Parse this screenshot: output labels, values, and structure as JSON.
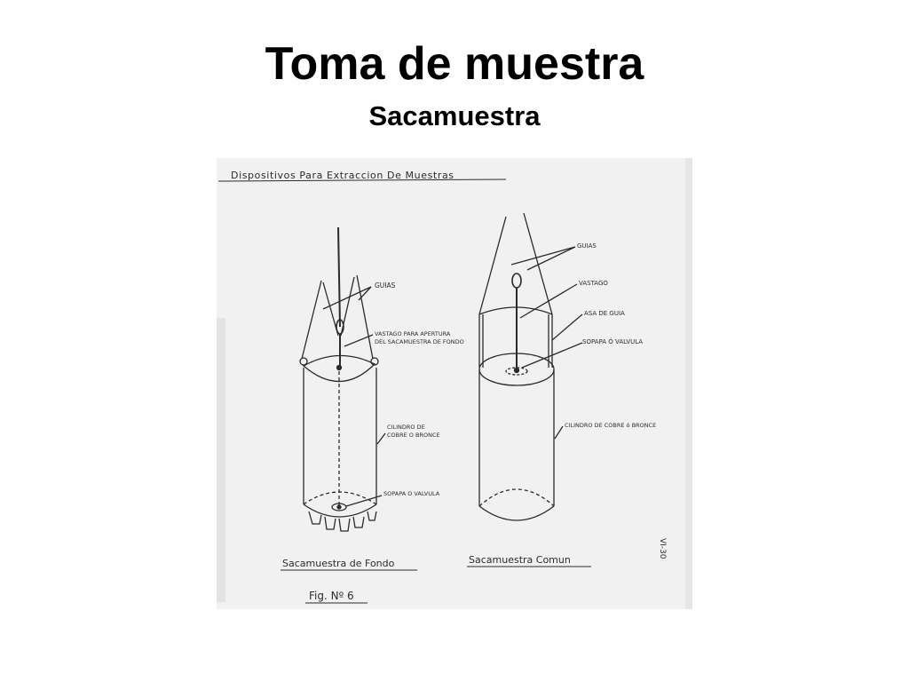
{
  "slide": {
    "title": "Toma de muestra",
    "subtitle": "Sacamuestra"
  },
  "drawing": {
    "heading": "Dispositivos Para Extraccion De Muestras",
    "left_device": {
      "labels": {
        "guias": "GUIAS",
        "vastago_1": "VASTAGO PARA APERTURA",
        "vastago_2": "DEL SACAMUESTRA DE FONDO",
        "cilindro_1": "CILINDRO DE",
        "cilindro_2": "COBRE O BRONCE",
        "sopapa": "SOPAPA O VALVULA"
      },
      "caption": "Sacamuestra de Fondo"
    },
    "right_device": {
      "labels": {
        "guias": "GUIAS",
        "vastago": "VASTAGO",
        "asa": "ASA DE GUIA",
        "sopapa": "SOPAPA Ó VALVULA",
        "cilindro": "CILINDRO DE COBRE ó BRONCE"
      },
      "caption": "Sacamuestra Comun"
    },
    "figure_label": "Fig. Nº 6",
    "sheet_code": "VI-30",
    "colors": {
      "paper": "#f1f1f1",
      "ink": "#2b2b2b"
    }
  }
}
